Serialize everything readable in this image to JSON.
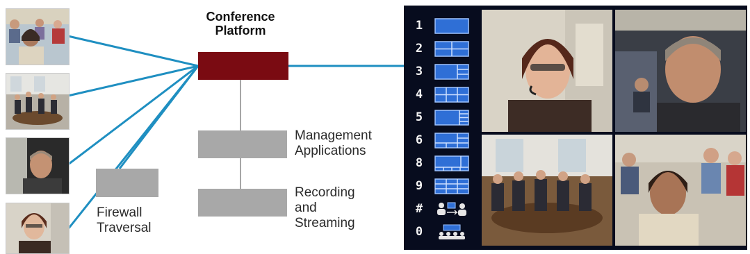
{
  "diagram": {
    "platform": {
      "title_line1": "Conference",
      "title_line2": "Platform",
      "color": "#7a0b12"
    },
    "management": {
      "line1": "Management",
      "line2": "Applications"
    },
    "recording": {
      "line1": "Recording",
      "line2": "and",
      "line3": "Streaming"
    },
    "firewall": {
      "line1": "Firewall",
      "line2": "Traversal"
    },
    "link_color": "#1f8fc1",
    "box_gray": "#a8a8a8"
  },
  "endpoints": [
    {
      "name": "endpoint-woman-classroom"
    },
    {
      "name": "endpoint-meeting-room"
    },
    {
      "name": "endpoint-man"
    },
    {
      "name": "endpoint-woman-headset"
    }
  ],
  "screen": {
    "menu": [
      {
        "key": "1",
        "icon": "layout-1-icon"
      },
      {
        "key": "2",
        "icon": "layout-2-icon"
      },
      {
        "key": "3",
        "icon": "layout-3-icon"
      },
      {
        "key": "4",
        "icon": "layout-4-icon"
      },
      {
        "key": "5",
        "icon": "layout-5-icon"
      },
      {
        "key": "6",
        "icon": "layout-6-icon"
      },
      {
        "key": "8",
        "icon": "layout-8-icon"
      },
      {
        "key": "9",
        "icon": "layout-9-icon"
      },
      {
        "key": "#",
        "icon": "participants-icon"
      },
      {
        "key": "0",
        "icon": "conference-icon"
      }
    ]
  }
}
